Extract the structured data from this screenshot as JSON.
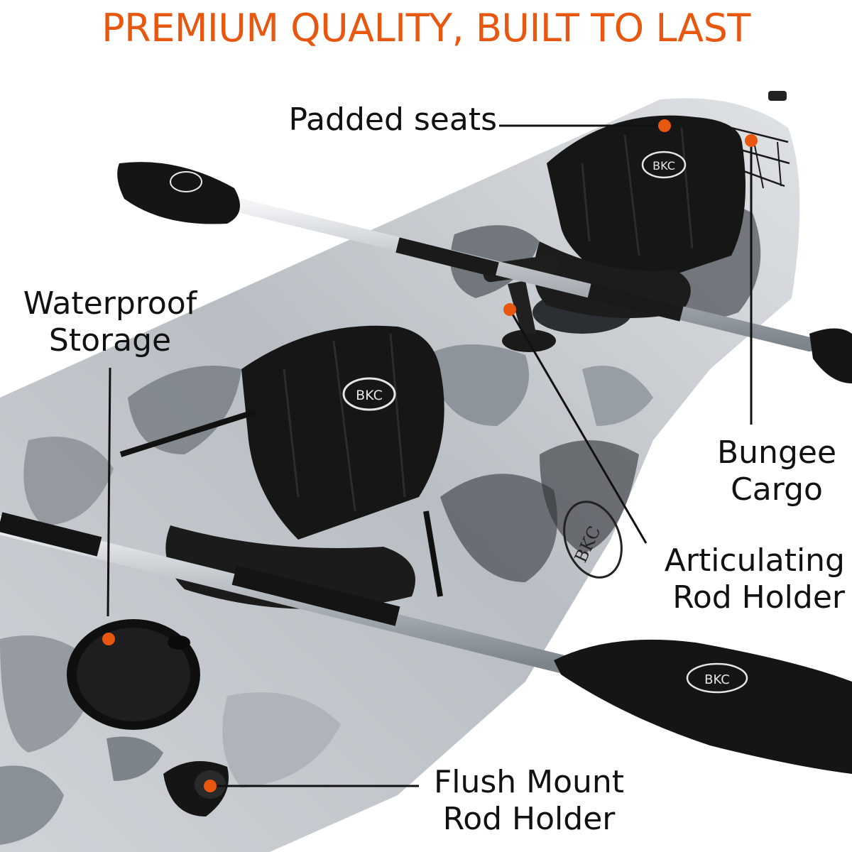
{
  "headline": "PREMIUM QUALITY, BUILT TO LAST",
  "colors": {
    "accent": "#e8570f",
    "hull_light": "#dcdfe3",
    "hull_mid": "#a9afb6",
    "hull_dark": "#5b6168",
    "seat": "#161616",
    "paddle_shaft": "#c9ced3",
    "text": "#111111"
  },
  "labels": {
    "padded_seats": "Padded seats",
    "waterproof_storage": [
      "Waterproof",
      "Storage"
    ],
    "bungee_cargo": [
      "Bungee",
      "Cargo"
    ],
    "articulating_rod_holder": [
      "Articulating",
      "Rod Holder"
    ],
    "flush_mount_rod_holder": [
      "Flush Mount",
      "Rod Holder"
    ]
  },
  "logos": {
    "seat_badge": "BKC"
  }
}
